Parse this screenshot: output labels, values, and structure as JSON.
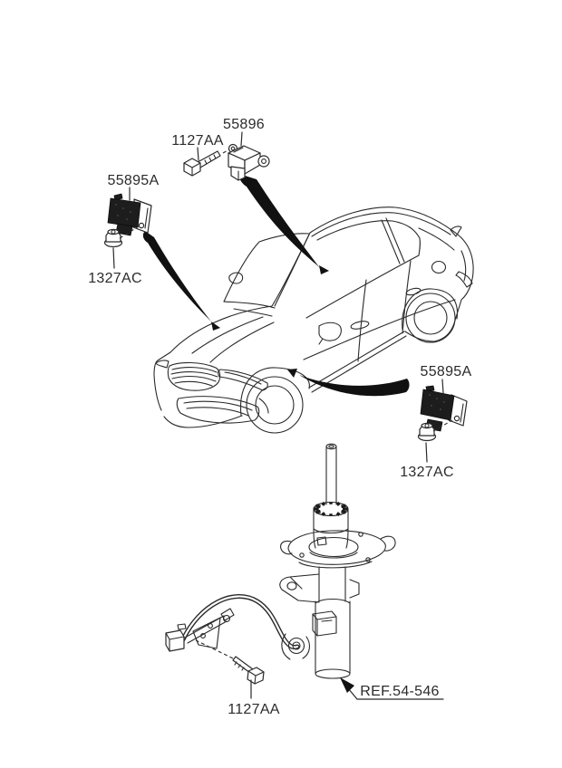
{
  "page": {
    "background": "#ffffff"
  },
  "diagram": {
    "colors": {
      "line": "#2a2a2a",
      "ink": "#111111",
      "text": "#2b2b2b",
      "bg": "#ffffff"
    },
    "callouts": {
      "sensor_top": "55896",
      "bolt_top": "1127AA",
      "sensor_left": "55895A",
      "nut_left": "1327AC",
      "sensor_right": "55895A",
      "nut_right": "1327AC",
      "bolt_bottom": "1127AA",
      "strut_ref": "REF.54-546"
    }
  }
}
